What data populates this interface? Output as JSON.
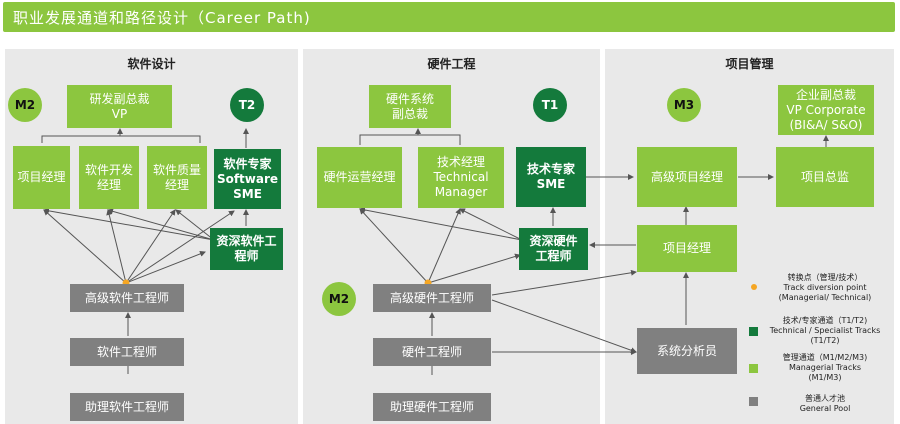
{
  "header": {
    "title": "职业发展通道和路径设计（Career Path)"
  },
  "colors": {
    "light_green": "#8cc63f",
    "dark_green": "#147a3c",
    "gray": "#808080",
    "dot": "#f5a623"
  },
  "panels": {
    "software": {
      "title": "软件设计",
      "m2": "M2",
      "t2": "T2",
      "vp": "研发副总裁\nVP",
      "pm": "项目经理",
      "dev_mgr": "软件开发\n经理",
      "qa_mgr": "软件质量\n经理",
      "sme": "软件专家\nSoftware\nSME",
      "senior_sme": "资深软件工\n程师",
      "senior": "高级软件工程师",
      "eng": "软件工程师",
      "asst": "助理软件工程师"
    },
    "hardware": {
      "title": "硬件工程",
      "t1": "T1",
      "m2": "M2",
      "vp": "硬件系统\n副总裁",
      "ops_mgr": "硬件运营经理",
      "tech_mgr": "技术经理\nTechnical\nManager",
      "sme": "技术专家\nSME",
      "senior_sme": "资深硬件\n工程师",
      "senior": "高级硬件工程师",
      "eng": "硬件工程师",
      "asst": "助理硬件工程师"
    },
    "project": {
      "title": "项目管理",
      "m3": "M3",
      "vp": "企业副总裁\nVP Corporate\n(BI&A/ S&O)",
      "senior_pm": "高级项目经理",
      "director": "项目总监",
      "pm": "项目经理",
      "analyst": "系统分析员"
    }
  },
  "legend": [
    {
      "symbol": "dot",
      "text": "转换点（管理/技术）\nTrack diversion point\n(Managerial/ Technical)"
    },
    {
      "symbol": "dark",
      "text": "技术/专家通道（T1/T2)\nTechnical / Specialist Tracks\n(T1/T2)"
    },
    {
      "symbol": "light",
      "text": "管理通道（M1/M2/M3)\nManagerial Tracks\n(M1/M3)"
    },
    {
      "symbol": "gray",
      "text": "普通人才池\nGeneral Pool"
    }
  ]
}
